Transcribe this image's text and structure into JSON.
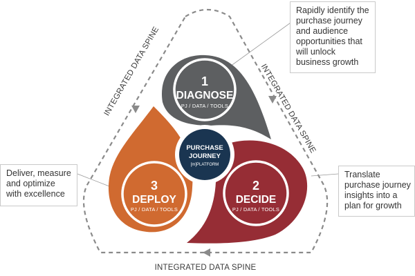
{
  "colors": {
    "diagnose": "#5d5f61",
    "decide": "#962d35",
    "deploy": "#d06a30",
    "hub": "#1a3551",
    "spine": "#8a8a8a"
  },
  "stages": {
    "diagnose": {
      "number": "1",
      "title": "DIAGNOSE",
      "sub": "PJ / DATA / TOOLS"
    },
    "decide": {
      "number": "2",
      "title": "DECIDE",
      "sub": "PJ / DATA / TOOLS"
    },
    "deploy": {
      "number": "3",
      "title": "DEPLOY",
      "sub": "PJ / DATA / TOOLS"
    }
  },
  "hub": {
    "line1": "PURCHASE",
    "line2": "JOURNEY",
    "line3": "[m]PLATFORM"
  },
  "spine_labels": {
    "left": "INTEGRATED DATA SPINE",
    "right": "INTEGRATED DATA SPINE",
    "bottom": "INTEGRATED DATA SPINE"
  },
  "callouts": {
    "diagnose": [
      "Rapidly identify the",
      "purchase journey",
      "and audience",
      "opportunities that",
      "will unlock",
      "business growth"
    ],
    "deploy": [
      "Deliver, measure",
      "and optimize",
      "with excellence"
    ],
    "decide": [
      "Translate",
      "purchase journey",
      "insights into a",
      "plan for growth"
    ]
  }
}
